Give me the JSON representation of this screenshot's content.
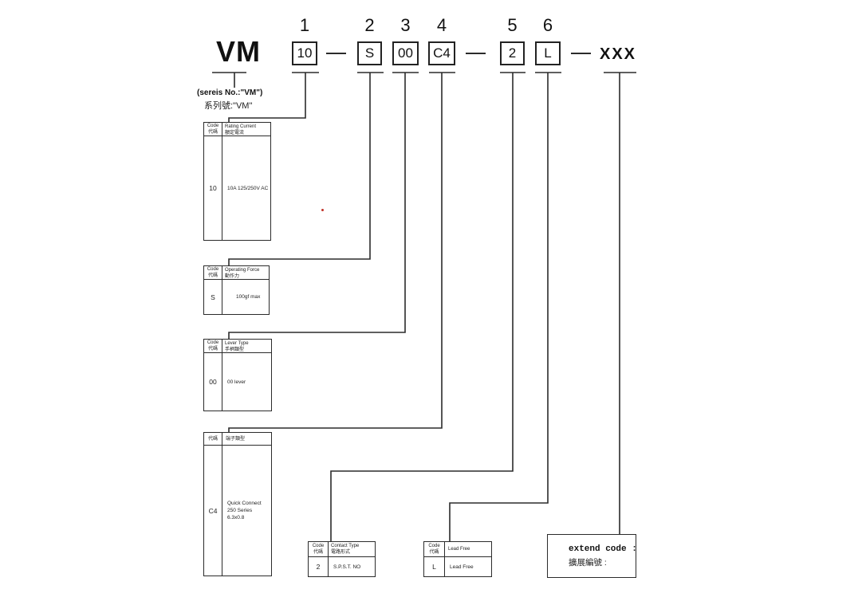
{
  "part_code": {
    "series": "VM",
    "series_note_en": "(sereis No.:\"VM\")",
    "series_note_zh": "系列號:\"VM\"",
    "positions": [
      "1",
      "2",
      "3",
      "4",
      "5",
      "6"
    ],
    "codes": [
      "10",
      "S",
      "00",
      "C4",
      "2",
      "L"
    ],
    "suffix": "XXX"
  },
  "tables": [
    {
      "name": "rating_current",
      "code_label_en": "Code",
      "code_label_zh": "代碼",
      "value_label_en": "Rating Current",
      "value_label_zh": "額定電流",
      "code": "10",
      "value": "10A 125/250V AC"
    },
    {
      "name": "operating_force",
      "code_label_en": "Code",
      "code_label_zh": "代碼",
      "value_label_en": "Operating Force",
      "value_label_zh": "動作力",
      "code": "S",
      "value": "100gf max"
    },
    {
      "name": "lever_type",
      "code_label_en": "Code",
      "code_label_zh": "代碼",
      "value_label_en": "Lever Type",
      "value_label_zh": "手柄類型",
      "code": "00",
      "value": "00 lever"
    },
    {
      "name": "terminal_type",
      "code_label_zh": "代碼",
      "value_label_zh": "端子類型",
      "code": "C4",
      "value_lines": [
        "Quick Connect",
        "250 Series",
        "6.3x0.8"
      ]
    },
    {
      "name": "contact_type",
      "code_label_en": "Code",
      "code_label_zh": "代碼",
      "value_label_en": "Contact Type",
      "value_label_zh": "電路形式",
      "code": "2",
      "value": "S.P.S.T. NO"
    },
    {
      "name": "lead_free",
      "code_label_en": "Code",
      "code_label_zh": "代碼",
      "value_label_en": "Lead Free",
      "code": "L",
      "value": "Lead Free"
    }
  ],
  "extend_box": {
    "line1": "extend code :",
    "line2": "擴展編號 :"
  }
}
